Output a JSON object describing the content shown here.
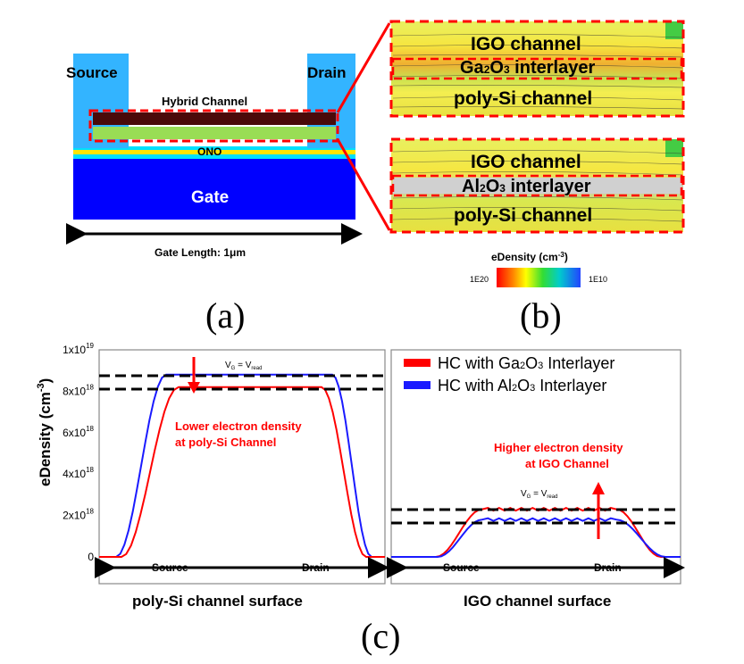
{
  "panel_a": {
    "source_label": "Source",
    "drain_label": "Drain",
    "hybrid_label": "Hybrid Channel",
    "ono_label": "ONO",
    "gate_label": "Gate",
    "gate_length_label": "Gate Length: 1μm",
    "caption": "(a)"
  },
  "panel_b": {
    "top": {
      "igo": "IGO channel",
      "interlayer_main": "Ga",
      "interlayer_sub": "2",
      "interlayer_main2": "O",
      "interlayer_sub2": "3",
      "interlayer_rest": " interlayer",
      "poly": "poly-Si channel"
    },
    "bottom": {
      "igo": "IGO channel",
      "interlayer_main": "Al",
      "interlayer_sub": "2",
      "interlayer_main2": "O",
      "interlayer_sub2": "3",
      "interlayer_rest": " interlayer",
      "poly": "poly-Si channel"
    },
    "colorbar_title": "eDensity (cm",
    "colorbar_title_exp": "-3",
    "colorbar_title_close": ")",
    "colorbar_min": "1E20",
    "colorbar_max": "1E10",
    "caption": "(b)"
  },
  "panel_c": {
    "caption": "(c)",
    "ylabel": "eDensity (cm",
    "ylabel_exp": "-3",
    "ylabel_close": ")",
    "left_xlabel": "poly-Si channel surface",
    "right_xlabel": "IGO channel surface",
    "left_source": "Source",
    "left_drain": "Drain",
    "right_source": "Source",
    "right_drain": "Drain",
    "vg_label": "V",
    "vg_sub": "G",
    "vg_eq": " = V",
    "vg_sub2": "read",
    "left_annot1": "Lower electron density",
    "left_annot2": "at poly-Si Channel",
    "right_annot1": "Higher electron density",
    "right_annot2": "at IGO Channel",
    "legend": [
      {
        "name_a": "HC with Ga",
        "sub1": "2",
        "name_b": "O",
        "sub2": "3",
        "name_c": " Interlayer",
        "color": "#ff0000"
      },
      {
        "name_a": "HC with Al",
        "sub1": "2",
        "name_b": "O",
        "sub2": "3",
        "name_c": " Interlayer",
        "color": "#1a1aff"
      }
    ],
    "yticks": [
      {
        "base": "1x10",
        "exp": "19"
      },
      {
        "base": "8x10",
        "exp": "18"
      },
      {
        "base": "6x10",
        "exp": "18"
      },
      {
        "base": "4x10",
        "exp": "18"
      },
      {
        "base": "2x10",
        "exp": "18"
      },
      {
        "base": "0",
        "exp": ""
      }
    ]
  },
  "chart_data": {
    "type": "line",
    "title": "",
    "ylabel": "eDensity (cm-3)",
    "ylim": [
      0,
      1e+19
    ],
    "panels": [
      {
        "xlabel": "poly-Si channel surface",
        "series": [
          {
            "name": "HC with Ga2O3 Interlayer",
            "plateau": 8.2e+18
          },
          {
            "name": "HC with Al2O3 Interlayer",
            "plateau": 8.8e+18
          }
        ]
      },
      {
        "xlabel": "IGO channel surface",
        "series": [
          {
            "name": "HC with Ga2O3 Interlayer",
            "plateau": 2.3e+18
          },
          {
            "name": "HC with Al2O3 Interlayer",
            "plateau": 1.8e+18
          }
        ]
      }
    ]
  }
}
